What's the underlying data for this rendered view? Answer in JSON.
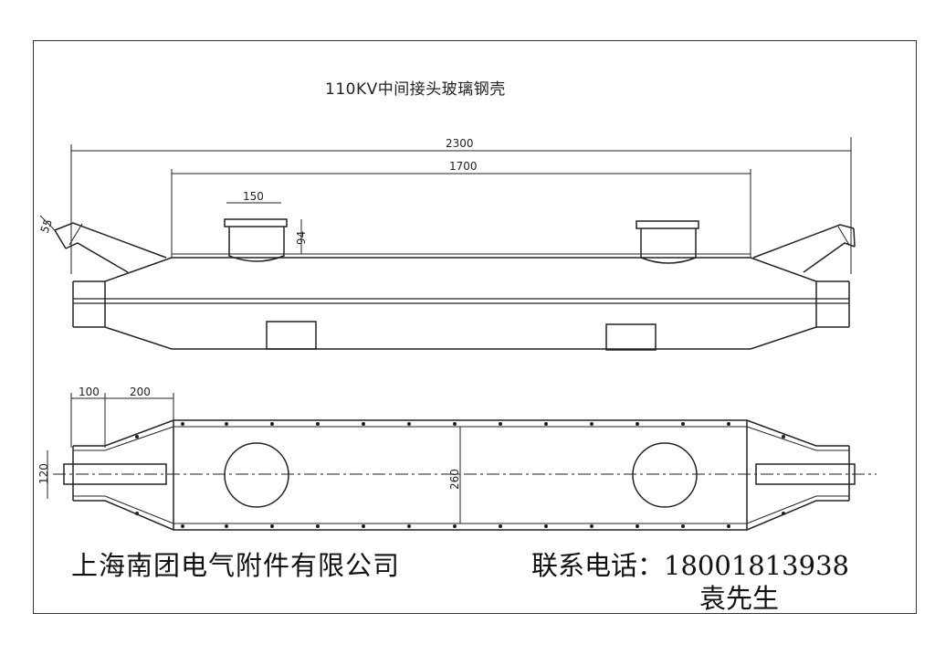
{
  "title": "110KV中间接头玻璃钢壳",
  "dimensions": {
    "total_length": "2300",
    "body_length": "1700",
    "port_width": "150",
    "port_height": "94",
    "angle_pipe": "55",
    "end_length": "100",
    "taper_length": "200",
    "end_diameter": "120",
    "body_width": "260"
  },
  "footer": {
    "company": "上海南团电气附件有限公司",
    "contact_label": "联系电话：",
    "phone": "18001813938",
    "contact_name": "袁先生"
  },
  "colors": {
    "line": "#222222",
    "background": "#ffffff"
  }
}
